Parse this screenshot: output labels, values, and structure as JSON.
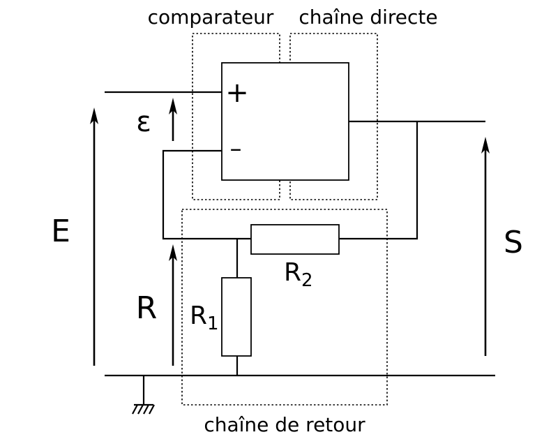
{
  "blocks": {
    "comparator": "comparateur",
    "direct_chain": "chaîne directe",
    "feedback_chain": "chaîne de retour"
  },
  "signals": {
    "input": "E",
    "error": "ε",
    "feedback": "R",
    "output": "S"
  },
  "opamp": {
    "plus": "+",
    "minus": "–"
  },
  "resistors": {
    "r1": {
      "letter": "R",
      "sub": "1"
    },
    "r2": {
      "letter": "R",
      "sub": "2"
    }
  }
}
